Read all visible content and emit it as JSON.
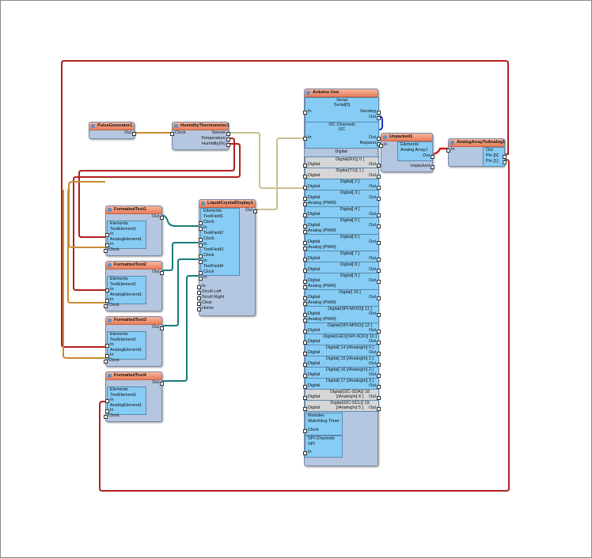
{
  "colors": {
    "header": "#e87d5a",
    "body": "#b4c6e0",
    "section": "#86ccf4",
    "wire_red": "#b22020",
    "wire_teal": "#1a7a7a",
    "wire_tan": "#c8c090",
    "wire_orange": "#c88a30",
    "wire_blue": "#1a30c8"
  },
  "pulse": {
    "title": "PulseGenerator1",
    "out": "Out"
  },
  "humidity": {
    "title": "HumidityThermometer1",
    "clock": "Clock",
    "sensor": "Sensor",
    "temperature": "Temperature",
    "humidity": "Humidity(%)"
  },
  "formatted": [
    {
      "title": "FormattedText1",
      "elements": "Elements",
      "text_el": "TextElement1",
      "in": "In",
      "analog_el": "AnalogElement1",
      "in2": "In",
      "clock": "Clock",
      "out": "Out"
    },
    {
      "title": "FormattedText2",
      "elements": "Elements",
      "text_el": "TextElement1",
      "in": "In",
      "analog_el": "AnalogElement1",
      "in2": "In",
      "clock": "Clock",
      "out": "Out"
    },
    {
      "title": "FormattedText3",
      "elements": "Elements",
      "text_el": "TextElement1",
      "in": "In",
      "analog_el": "AnalogElement1",
      "in2": "In",
      "clock": "Clock",
      "out": "Out"
    },
    {
      "title": "FormattedText4",
      "elements": "Elements",
      "text_el": "TextElement1",
      "in": "In",
      "analog_el": "AnalogElement1",
      "in2": "In",
      "clock": "Clock",
      "out": "Out"
    }
  ],
  "lcd": {
    "title": "LiquidCrystalDisplay1",
    "out": "Out",
    "elements": "Elements",
    "fields": [
      "TextField1",
      "TextField2",
      "TextField3",
      "TextField4"
    ],
    "clock": "Clock",
    "in": "In",
    "bottom": [
      "In",
      "Scroll Left",
      "Scroll Right",
      "Clear",
      "Home"
    ]
  },
  "arduino": {
    "title": "Arduino Uno",
    "serial": "Serial",
    "serial0": "Serial[0]",
    "in": "In",
    "sending": "Sending",
    "out": "Out",
    "i2c_channels": "I2C Channels",
    "i2c": "I2C",
    "request": "Request",
    "digital_header": "Digital",
    "pins": [
      {
        "name": "Digital(RX)[ 0 ]",
        "pwm": false,
        "grey": true
      },
      {
        "name": "Digital(TX)[ 1 ]",
        "pwm": false,
        "grey": true
      },
      {
        "name": "Digital[ 2 ]",
        "pwm": false
      },
      {
        "name": "Digital[ 3 ]",
        "pwm": true
      },
      {
        "name": "Digital[ 4 ]",
        "pwm": false
      },
      {
        "name": "Digital[ 5 ]",
        "pwm": true
      },
      {
        "name": "Digital[ 6 ]",
        "pwm": true
      },
      {
        "name": "Digital[ 7 ]",
        "pwm": false
      },
      {
        "name": "Digital[ 8 ]",
        "pwm": false
      },
      {
        "name": "Digital[ 9 ]",
        "pwm": true
      },
      {
        "name": "Digital[ 10 ]",
        "pwm": true
      },
      {
        "name": "Digital(SPI-MOSI)[ 11 ]",
        "pwm": true
      },
      {
        "name": "Digital(SPI-MISO)[ 12 ]",
        "pwm": false
      },
      {
        "name": "Digital(LED)(SPI-SCK)[ 13 ]",
        "pwm": false
      },
      {
        "name": "Digital[ 14 ]/AnalogIn[ 0 ]",
        "pwm": false
      },
      {
        "name": "Digital[ 15 ]/AnalogIn[ 1 ]",
        "pwm": false
      },
      {
        "name": "Digital[ 16 ]/AnalogIn[ 2 ]",
        "pwm": false
      },
      {
        "name": "Digital[ 17 ]/AnalogIn[ 3 ]",
        "pwm": false
      },
      {
        "name": "Digital(I2C-SDA)[ 18 ]/AnalogIn[ 4 ]",
        "pwm": false,
        "grey": true
      },
      {
        "name": "Digital(I2C-SCL)[ 19 ]/AnalogIn[ 5 ]",
        "pwm": false,
        "grey": true
      }
    ],
    "digital_label": "Digital",
    "pwm_label": "Analog (PWM)",
    "modules": "Modules",
    "watchdog": "Watchdog Timer",
    "clock": "Clock",
    "spi_channels": "SPI Channels",
    "spi": "SPI",
    "spi_in": "In"
  },
  "unpacked": {
    "title": "Unpacked1",
    "in": "In",
    "elements": "Elements",
    "array": "Analog Array1",
    "out": "Out",
    "unpacked": "Unpacked"
  },
  "a2a": {
    "title": "AnalogArrayToAnalog1",
    "in": "In",
    "out": "Out",
    "pin0": "Pin [0]",
    "pin1": "Pin [1]"
  }
}
